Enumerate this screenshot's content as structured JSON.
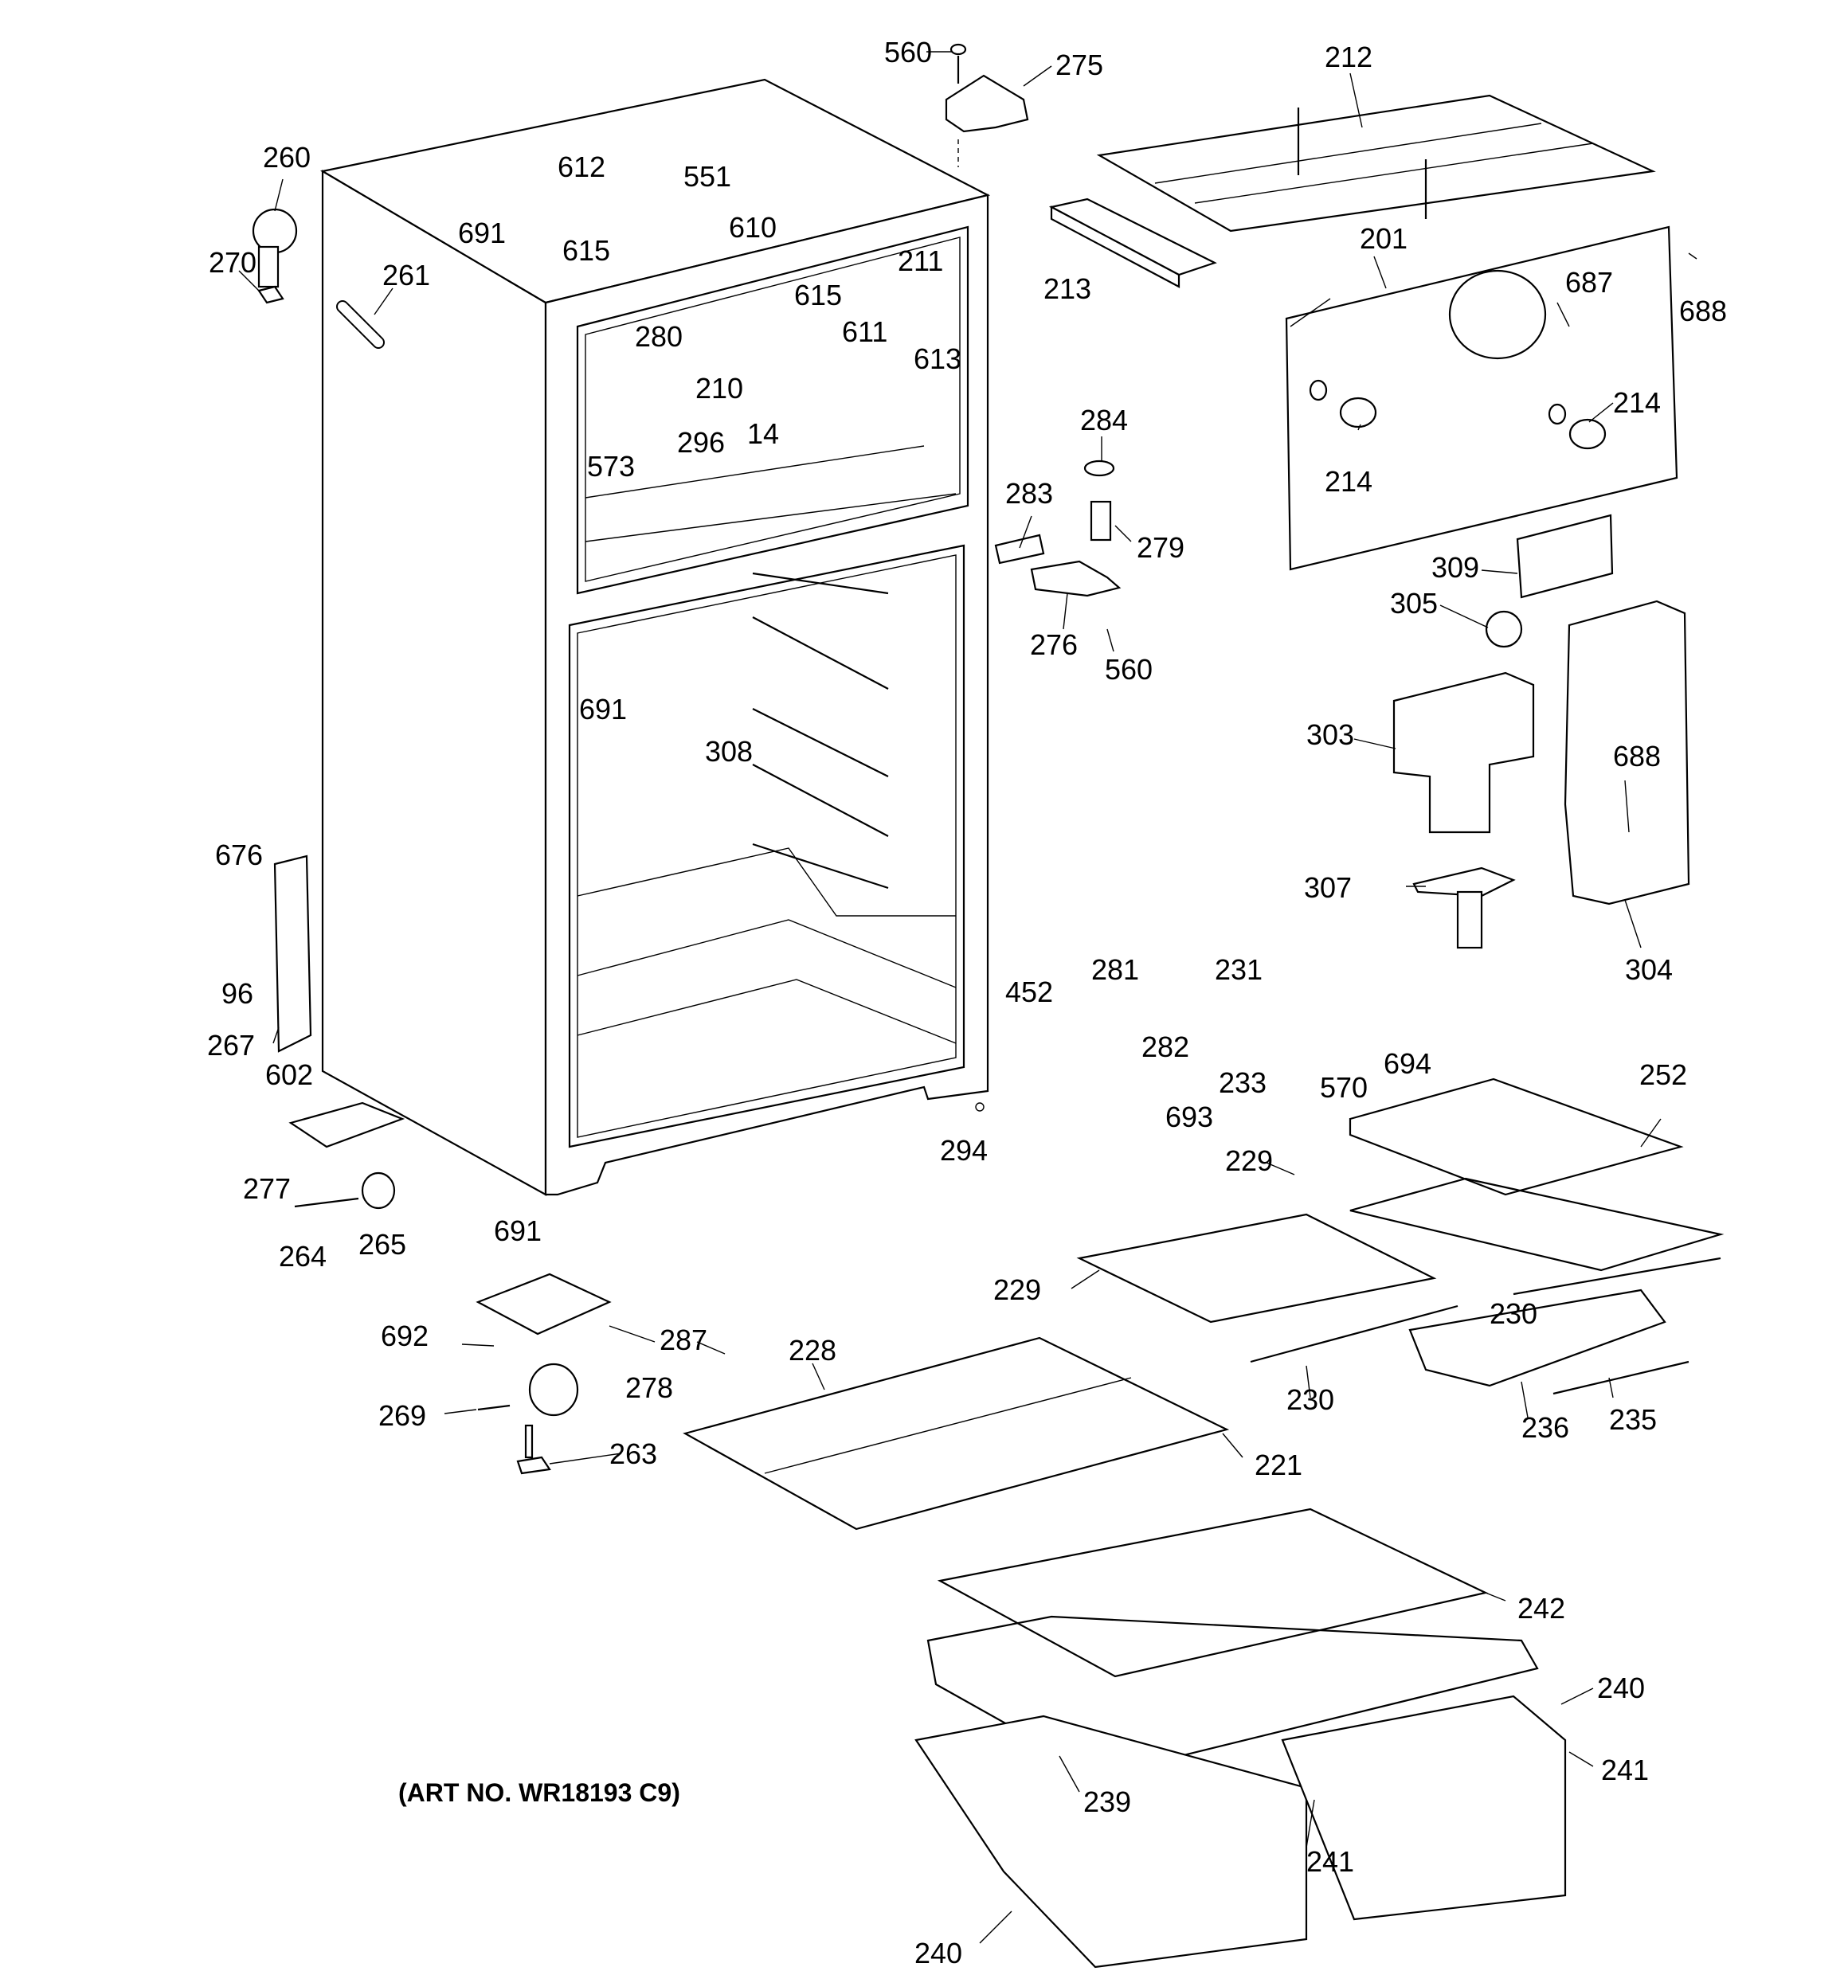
{
  "diagram": {
    "art_number": "(ART NO. WR18193 C9)",
    "callouts": [
      {
        "id": "c560a",
        "label": "560"
      },
      {
        "id": "c275",
        "label": "275"
      },
      {
        "id": "c212",
        "label": "212"
      },
      {
        "id": "c260",
        "label": "260"
      },
      {
        "id": "c270",
        "label": "270"
      },
      {
        "id": "c261",
        "label": "261"
      },
      {
        "id": "c612",
        "label": "612"
      },
      {
        "id": "c551",
        "label": "551"
      },
      {
        "id": "c691a",
        "label": "691"
      },
      {
        "id": "c615a",
        "label": "615"
      },
      {
        "id": "c610",
        "label": "610"
      },
      {
        "id": "c211",
        "label": "211"
      },
      {
        "id": "c213",
        "label": "213"
      },
      {
        "id": "c201",
        "label": "201"
      },
      {
        "id": "c687",
        "label": "687"
      },
      {
        "id": "c688a",
        "label": "688"
      },
      {
        "id": "c615b",
        "label": "615"
      },
      {
        "id": "c611",
        "label": "611"
      },
      {
        "id": "c280",
        "label": "280"
      },
      {
        "id": "c613",
        "label": "613"
      },
      {
        "id": "c210",
        "label": "210"
      },
      {
        "id": "c14",
        "label": "14"
      },
      {
        "id": "c296",
        "label": "296"
      },
      {
        "id": "c573",
        "label": "573"
      },
      {
        "id": "c284",
        "label": "284"
      },
      {
        "id": "c214a",
        "label": "214"
      },
      {
        "id": "c214b",
        "label": "214"
      },
      {
        "id": "c283",
        "label": "283"
      },
      {
        "id": "c279",
        "label": "279"
      },
      {
        "id": "c309",
        "label": "309"
      },
      {
        "id": "c305",
        "label": "305"
      },
      {
        "id": "c276",
        "label": "276"
      },
      {
        "id": "c560b",
        "label": "560"
      },
      {
        "id": "c691b",
        "label": "691"
      },
      {
        "id": "c308",
        "label": "308"
      },
      {
        "id": "c303",
        "label": "303"
      },
      {
        "id": "c688b",
        "label": "688"
      },
      {
        "id": "c676",
        "label": "676"
      },
      {
        "id": "c307",
        "label": "307"
      },
      {
        "id": "c96",
        "label": "96"
      },
      {
        "id": "c304",
        "label": "304"
      },
      {
        "id": "c452",
        "label": "452"
      },
      {
        "id": "c281",
        "label": "281"
      },
      {
        "id": "c231",
        "label": "231"
      },
      {
        "id": "c267",
        "label": "267"
      },
      {
        "id": "c282",
        "label": "282"
      },
      {
        "id": "c602",
        "label": "602"
      },
      {
        "id": "c233",
        "label": "233"
      },
      {
        "id": "c570",
        "label": "570"
      },
      {
        "id": "c694",
        "label": "694"
      },
      {
        "id": "c252",
        "label": "252"
      },
      {
        "id": "c693",
        "label": "693"
      },
      {
        "id": "c294",
        "label": "294"
      },
      {
        "id": "c277",
        "label": "277"
      },
      {
        "id": "c229a",
        "label": "229"
      },
      {
        "id": "c691c",
        "label": "691"
      },
      {
        "id": "c265",
        "label": "265"
      },
      {
        "id": "c264",
        "label": "264"
      },
      {
        "id": "c229b",
        "label": "229"
      },
      {
        "id": "c230a",
        "label": "230"
      },
      {
        "id": "c692",
        "label": "692"
      },
      {
        "id": "c287",
        "label": "287"
      },
      {
        "id": "c228",
        "label": "228"
      },
      {
        "id": "c230b",
        "label": "230"
      },
      {
        "id": "c278",
        "label": "278"
      },
      {
        "id": "c236",
        "label": "236"
      },
      {
        "id": "c235",
        "label": "235"
      },
      {
        "id": "c269",
        "label": "269"
      },
      {
        "id": "c263",
        "label": "263"
      },
      {
        "id": "c221",
        "label": "221"
      },
      {
        "id": "c242",
        "label": "242"
      },
      {
        "id": "c240a",
        "label": "240"
      },
      {
        "id": "c241a",
        "label": "241"
      },
      {
        "id": "c239",
        "label": "239"
      },
      {
        "id": "c241b",
        "label": "241"
      },
      {
        "id": "c240b",
        "label": "240"
      }
    ]
  }
}
